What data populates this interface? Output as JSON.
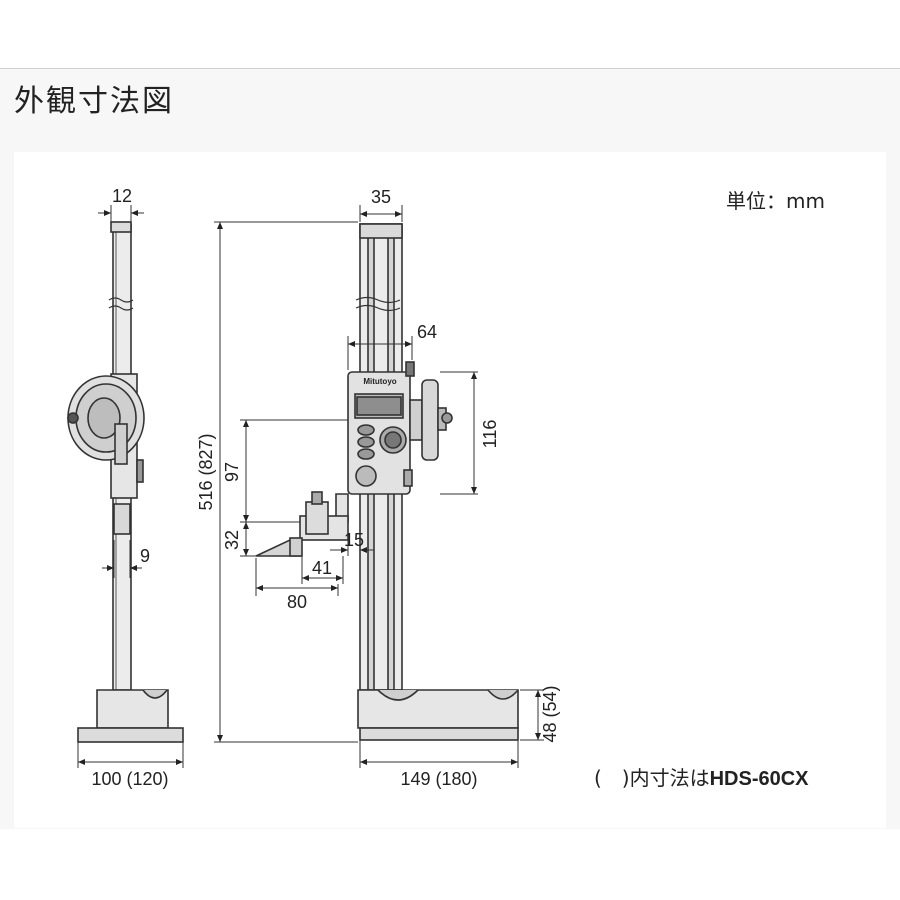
{
  "title": "外観寸法図",
  "unit_label": "単位：mm",
  "footnote_prefix": "(　)内寸法は",
  "footnote_model": "HDS-60CX",
  "brand_label": "Mitutoyo",
  "dimensions": {
    "d12": "12",
    "d35": "35",
    "d64": "64",
    "d116": "116",
    "d97": "97",
    "d516": "516 (827)",
    "d32": "32",
    "d15": "15",
    "d41": "41",
    "d80": "80",
    "d9": "9",
    "d48": "48 (54)",
    "d100": "100 (120)",
    "d149": "149 (180)"
  }
}
